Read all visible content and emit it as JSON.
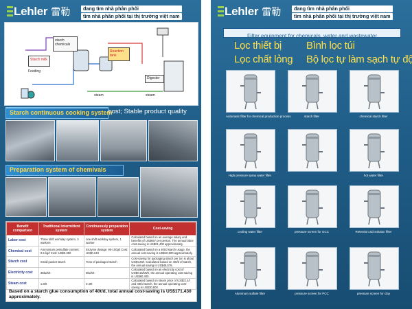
{
  "brand": {
    "name": "Lehler",
    "cn_name": "雷勒"
  },
  "tagline": [
    "đang tìm nhà phân phối",
    "tìm nhà phân phối tại thị trường việt nam"
  ],
  "left": {
    "diagram_labels": {
      "starch_chemicals": "starch chemicals",
      "starch_milk": "Starch milk",
      "feeding": "Feeding",
      "reaction_tank": "Reaction tank",
      "digester": "Digester",
      "steam1": "steam",
      "steam2": "steam"
    },
    "quality_line": "High automation;   Low operating cost;   Stable product quality",
    "section1": "Starch continuous cooking system",
    "section2": "Preparation system of chemivals",
    "table": {
      "headers": [
        "Benefit comparison",
        "Traditional intermittent system",
        "Continuously preparation system",
        "Cost-saving"
      ],
      "rows": [
        [
          "Labor cost",
          "Three shift workday system, 3 workers",
          "one shift workday system, 1 worker",
          "Calculated based on an average salary and benefits of US$657 per person. The annual labor cost-saving is US$21,400 approximately."
        ],
        [
          "Chemical cost",
          "Ammonium persulfate content: 0.5 kg/t Cost: US$0.35/t",
          "Enzyme dosage: 90-100g/t Cost: US$0.13/t",
          "Calculated based on a 40t/d starch usage, the annual cost-saving is US$10,500 approximately."
        ],
        [
          "Starch cost",
          "Small packet starch",
          "Tons of packaged starch",
          "Cost-saving for packaging starch per ton is about US$4,29/t. Calculated based on 40t/d of starch, the annual saving is US$48,576."
        ],
        [
          "Electricity cost",
          "35kwh/t",
          "8kwh/t",
          "Calculated based on an electricity cost of US$0.15/kWh, the annual operating cost-saving is US$60,400."
        ],
        [
          "Steam cost",
          "1.8t/t",
          "0.4t/t",
          "Calculated based on steam price of US$22.4/t and 40t/d starch, the annual operating cost-saving is US$30,600."
        ]
      ],
      "note": "Based on a starch glue consumption of 40t/d, total annual cost-saving is US$171,430 approximately."
    }
  },
  "right": {
    "filter_heading": "Filter equipment for chemicals, water and wastewater",
    "vn_titles": [
      "Lọc thiết bị",
      "Bình lọc túi",
      "Lọc chất lỏng",
      "Bộ lọc tự làm sạch tự động"
    ],
    "products": [
      "Automatic filter for chemical production process",
      "starch filter",
      "chemical starch filter",
      "High pressure spray water filter",
      "",
      "hot water filter",
      "cooling water filter",
      "pressure screen for GCC",
      "Retention aid solution filter",
      "Aluminum sulfate filter",
      "pressure screen for PCC",
      "pressure screen for clay"
    ]
  },
  "colors": {
    "background": "#1f5d87",
    "accent_yellow": "#ffd84a",
    "brand_green": "#9bd24b",
    "table_header": "#c2312f"
  }
}
